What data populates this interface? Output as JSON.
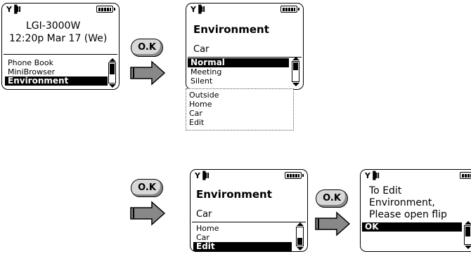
{
  "status": {
    "signal_glyph": "Y▐ll"
  },
  "screen1": {
    "model": "LGI-3000W",
    "datetime": "12:20p Mar 17 (We)",
    "menu": [
      "Phone Book",
      "MiniBrowser",
      "Environment"
    ],
    "selected_index": 2
  },
  "ok_label": "O.K",
  "screen2": {
    "title": "Environment",
    "current": "Car",
    "menu": [
      "Normal",
      "Meeting",
      "Silent"
    ],
    "selected_index": 0,
    "more_items": [
      "Outside",
      "Home",
      "Car",
      "Edit"
    ]
  },
  "screen3": {
    "title": "Environment",
    "current": "Car",
    "menu": [
      "Home",
      "Car",
      "Edit"
    ],
    "selected_index": 2
  },
  "screen4": {
    "message_lines": [
      "To Edit",
      "Environment,",
      "Please open flip"
    ],
    "ok_item": "OK"
  },
  "colors": {
    "selection": "#000000",
    "button": "#d8d8d8",
    "arrow": "#888888"
  }
}
